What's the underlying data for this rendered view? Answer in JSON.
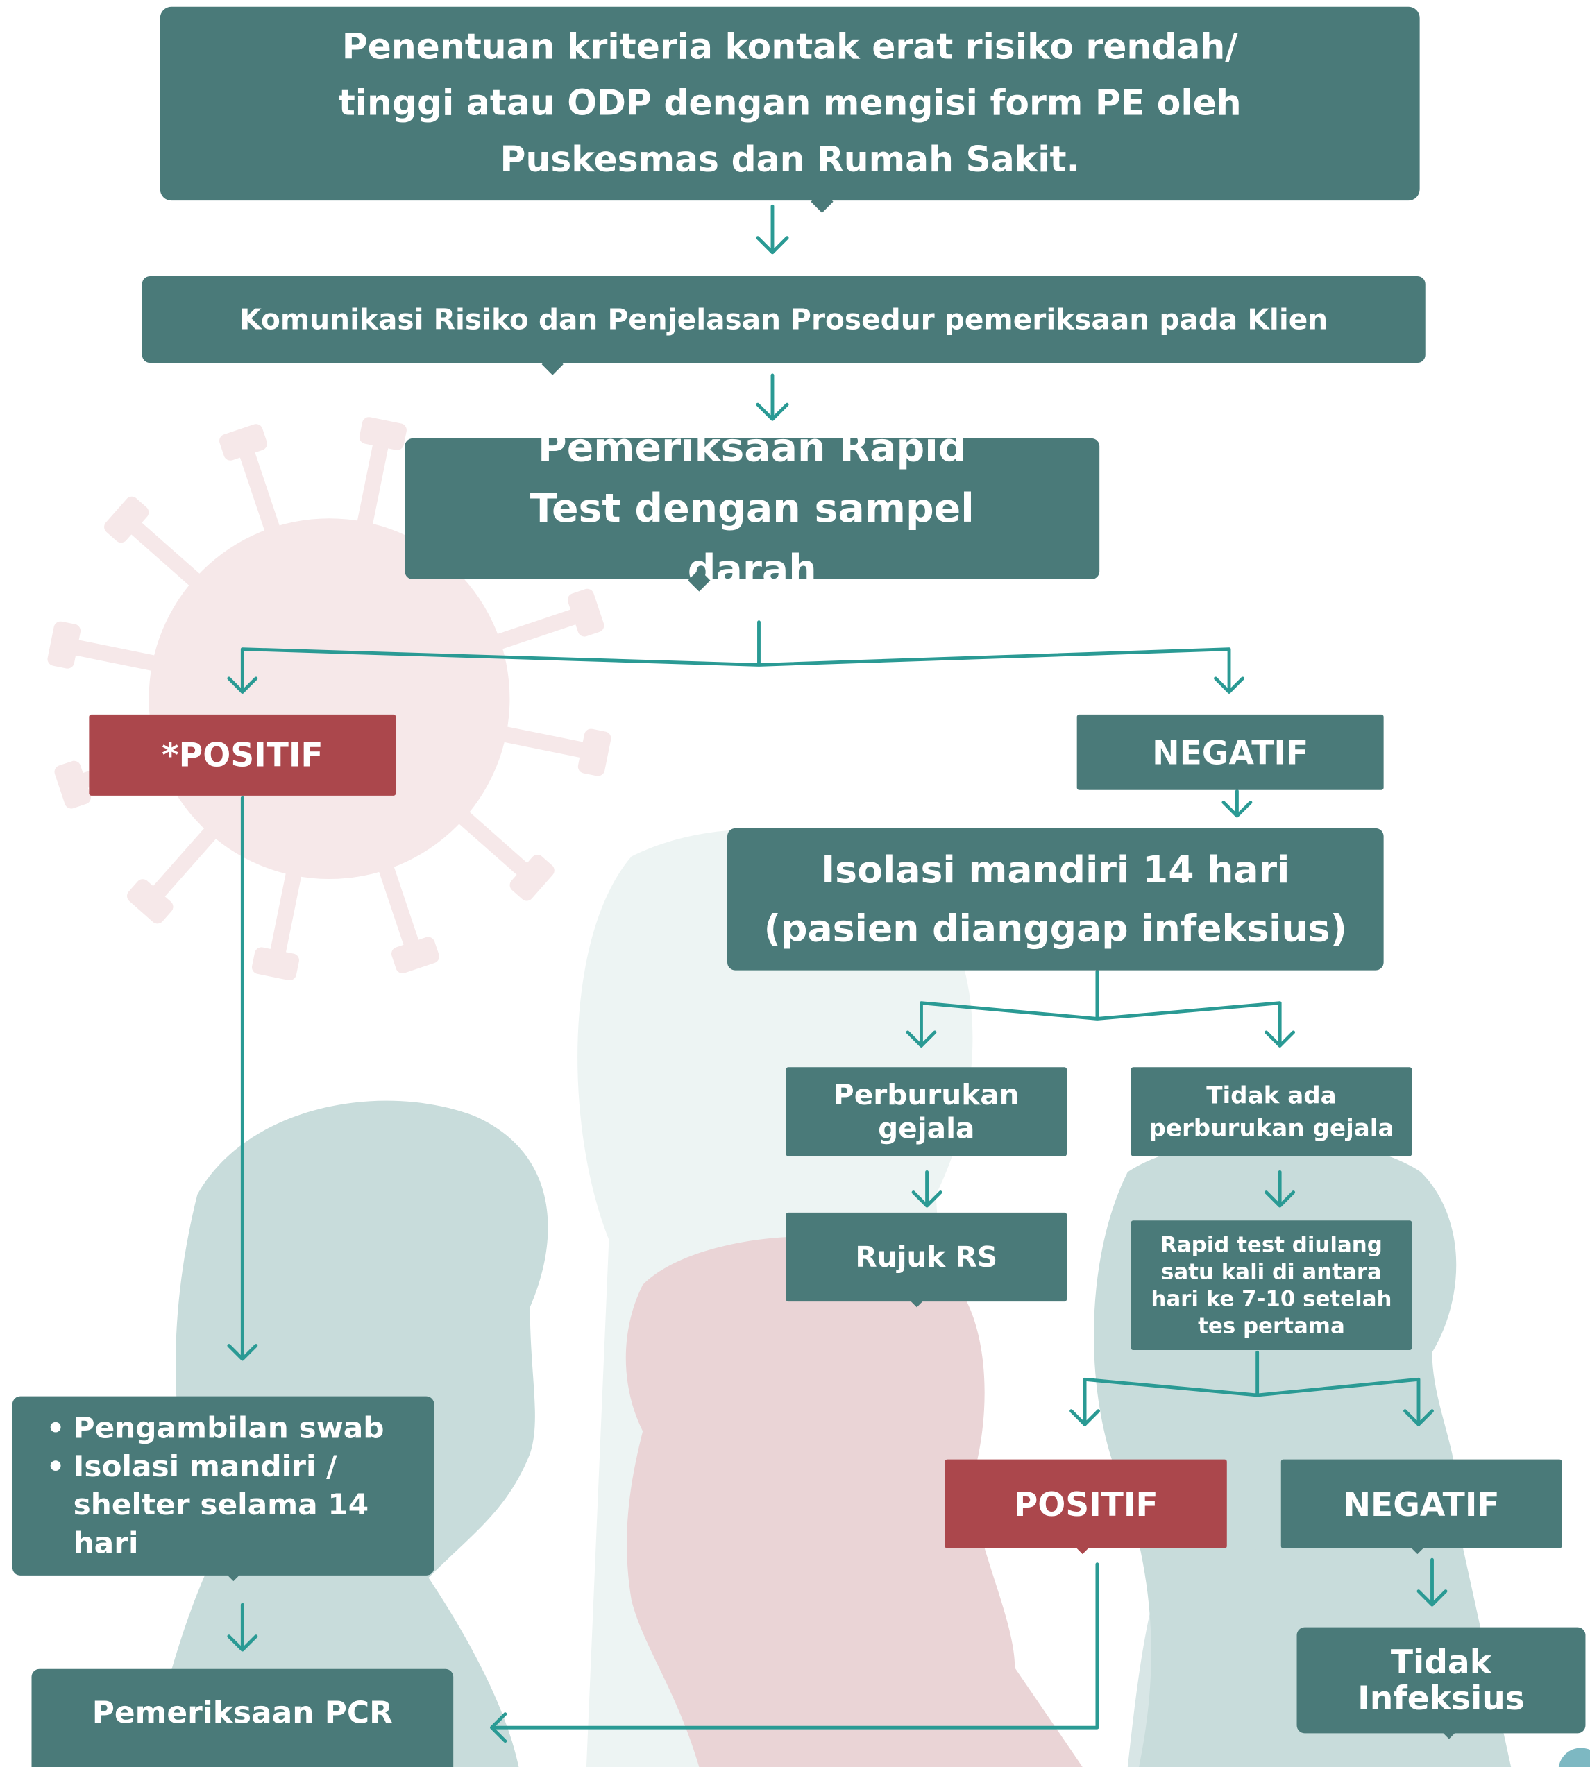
{
  "steps": {
    "criteria": "Penentuan kriteria kontak erat risiko rendah/ tinggi atau ODP dengan mengisi form PE oleh Puskesmas dan Rumah Sakit.",
    "communication": "Komunikasi Risiko dan Penjelasan Prosedur pemeriksaan pada Klien",
    "rapid_test": "Pemeriksaan Rapid Test dengan sampel darah",
    "positive_1": "*POSITIF",
    "negative_1": "NEGATIF",
    "isolation": "Isolasi mandiri 14 hari (pasien dianggap infeksius)",
    "worsening": "Perburukan gejala",
    "no_worsening": "Tidak ada perburukan gejala",
    "refer_hospital": "Rujuk RS",
    "repeat_test": "Rapid test diulang satu kali di antara hari ke 7-10 setelah tes pertama",
    "positive_2": "POSITIF",
    "negative_2": "NEGATIF",
    "not_infectious": "Tidak Infeksius",
    "swab_items": [
      "Pengambilan swab",
      "Isolasi mandiri / shelter selama 14 hari"
    ],
    "pcr": "Pemeriksaan PCR"
  },
  "colors": {
    "box": "#4a7a79",
    "positive": "#ab474c",
    "arrow": "#2a9a94",
    "silhouette_green": "#c8dcdb",
    "silhouette_pale": "#edf4f3",
    "silhouette_pink": "#ead4d6",
    "virus": "#f6e8e9"
  }
}
